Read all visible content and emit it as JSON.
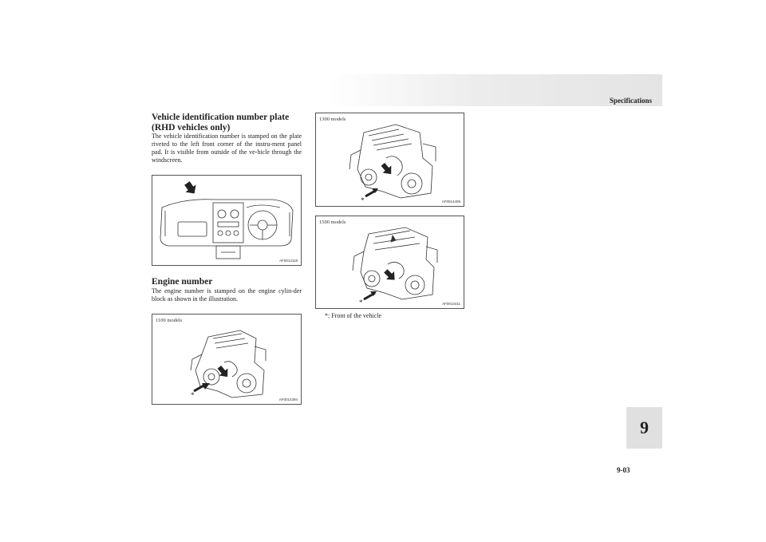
{
  "header": {
    "title": "Specifications"
  },
  "chapter": {
    "number": "9"
  },
  "page": {
    "number": "9-03"
  },
  "vin_section": {
    "title": "Vehicle identification number plate (RHD vehicles only)",
    "body": "The vehicle identification number is stamped on the plate riveted to the left front corner of the instru-ment panel pad. It is visible from outside of the ve-hicle through the windscreen.",
    "figure_code": "AF0014118"
  },
  "engine_section": {
    "title": "Engine number",
    "body": "The engine number is stamped on the engine cylin-der block as shown in the illustration."
  },
  "figures": {
    "f1100": {
      "label": "1100 models",
      "code": "AF0014394"
    },
    "f1300": {
      "label": "1300 models",
      "code": "AF0014408"
    },
    "f1500": {
      "label": "1500 models",
      "code": "AF0014411"
    }
  },
  "footnote": "*: Front of the vehicle",
  "icons": {
    "arrow": "arrow-icon",
    "front_marker": "asterisk"
  }
}
